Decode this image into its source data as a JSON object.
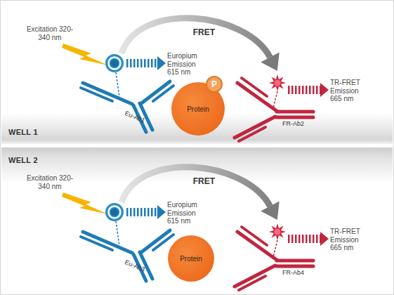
{
  "diagram": {
    "nodes": [
      {
        "text": [
          "WELL 1"
        ]
      },
      {
        "text": [
          "Eu-Ab1"
        ],
        "in": 0
      },
      {
        "text": [
          "Protein"
        ],
        "in": 0
      },
      {
        "text": [
          "P"
        ],
        "in": 0
      },
      {
        "text": [
          "FR-Ab2"
        ],
        "in": 0
      },
      {
        "text": [
          "WELL 2"
        ]
      },
      {
        "text": [
          "Eu-Ab3"
        ],
        "in": 5
      },
      {
        "text": [
          "Protein"
        ],
        "in": 5
      },
      {
        "text": [
          "FR-Ab4"
        ],
        "in": 5
      }
    ],
    "edges": [
      {
        "from": 1,
        "to": 4,
        "label": "FRET",
        "arrow": "to"
      },
      {
        "from": 6,
        "to": 8,
        "label": "FRET",
        "arrow": "to"
      }
    ],
    "labels": [
      "Excitation 320-340 nm",
      "Europium Emission 615 nm",
      "TR-FRET Emission 665 nm",
      "Excitation 320-340 nm",
      "Europium Emission 615 nm",
      "TR-FRET Emission 665 nm"
    ]
  }
}
